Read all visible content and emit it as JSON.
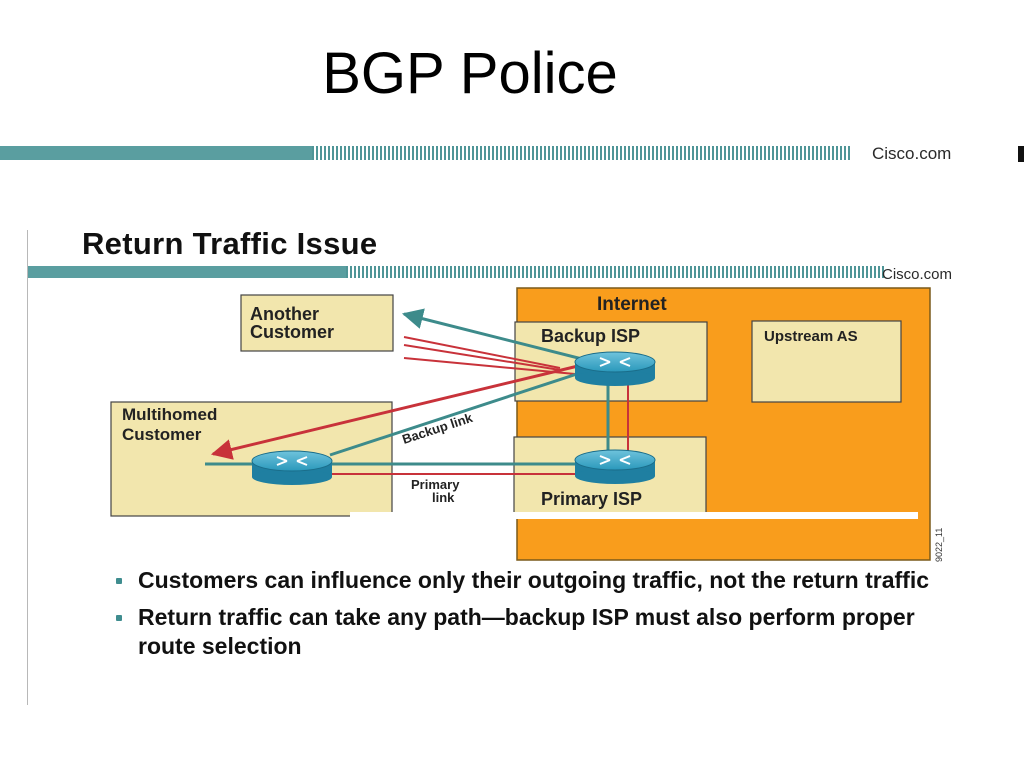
{
  "slide": {
    "title": "BGP Police",
    "brand": "Cisco.com"
  },
  "panel": {
    "title": "Return Traffic Issue",
    "brand": "Cisco.com"
  },
  "diagram": {
    "internet_label": "Internet",
    "backup_isp_label": "Backup ISP",
    "upstream_as_label": "Upstream AS",
    "primary_isp_label": "Primary ISP",
    "another_customer_label_1": "Another",
    "another_customer_label_2": "Customer",
    "multihomed_label_1": "Multihomed",
    "multihomed_label_2": "Customer",
    "backup_link_label": "Backup link",
    "primary_link_label_1": "Primary",
    "primary_link_label_2": "link",
    "figure_id": "9022_11",
    "colors": {
      "internet": "#f99d1c",
      "box": "#f2e6ad",
      "router": "#1f8fb0",
      "teal_link": "#3d8b8b",
      "red_link": "#c8323a"
    }
  },
  "bullets": [
    "Customers can influence only their outgoing traffic, not the return traffic",
    "Return traffic can take any path—backup ISP must also perform proper route selection"
  ]
}
